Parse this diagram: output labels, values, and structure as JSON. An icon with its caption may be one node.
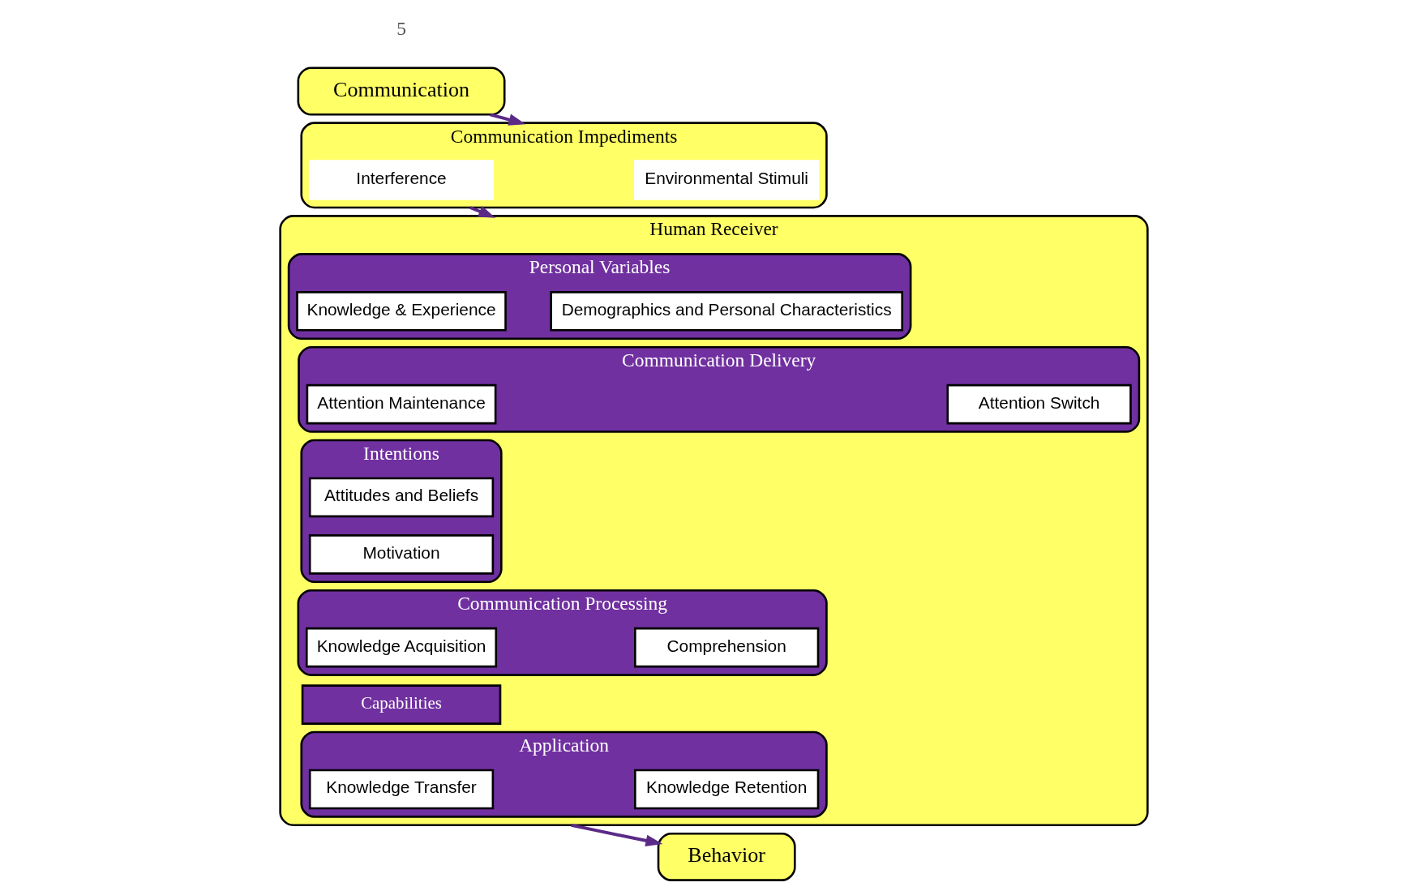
{
  "diagram": {
    "nodes": [
      {
        "text": [
          "Communication"
        ]
      },
      {
        "text": [
          "Communication Impediments"
        ]
      },
      {
        "text": [
          "Environmental Stimuli"
        ],
        "in": 1
      },
      {
        "text": [
          "Interference"
        ],
        "in": 1
      },
      {
        "text": [
          "Human Receiver"
        ]
      },
      {
        "text": [
          "Personal Variables"
        ],
        "in": 4
      },
      {
        "text": [
          "Demographics and Personal Characteristics"
        ],
        "in": 5
      },
      {
        "text": [
          "Knowledge & Experience"
        ],
        "in": 5
      },
      {
        "text": [
          "Intentions"
        ],
        "in": 4
      },
      {
        "text": [
          "Attitudes and Beliefs"
        ],
        "in": 8
      },
      {
        "text": [
          "Motivation"
        ],
        "in": 8
      },
      {
        "text": [
          "Capabilities"
        ],
        "in": 4
      },
      {
        "text": [
          "Communication Delivery"
        ],
        "in": 4
      },
      {
        "text": [
          "Attention Switch"
        ],
        "in": 12
      },
      {
        "text": [
          "Attention Maintenance"
        ],
        "in": 12
      },
      {
        "text": [
          "Communication Processing"
        ],
        "in": 4
      },
      {
        "text": [
          "Comprehension"
        ],
        "in": 15
      },
      {
        "text": [
          "Knowledge Acquisition"
        ],
        "in": 15
      },
      {
        "text": [
          "Application"
        ],
        "in": 4
      },
      {
        "text": [
          "Knowledge Retention"
        ],
        "in": 18
      },
      {
        "text": [
          "Knowledge Transfer"
        ],
        "in": 18
      },
      {
        "text": [
          "Behavior"
        ]
      }
    ],
    "edges": [
      {
        "from": 0,
        "to": 1,
        "arrow": "to"
      },
      {
        "from": 1,
        "to": 4,
        "arrow": "to"
      },
      {
        "from": 4,
        "to": 21,
        "arrow": "to"
      }
    ],
    "labels": [
      "5"
    ]
  }
}
